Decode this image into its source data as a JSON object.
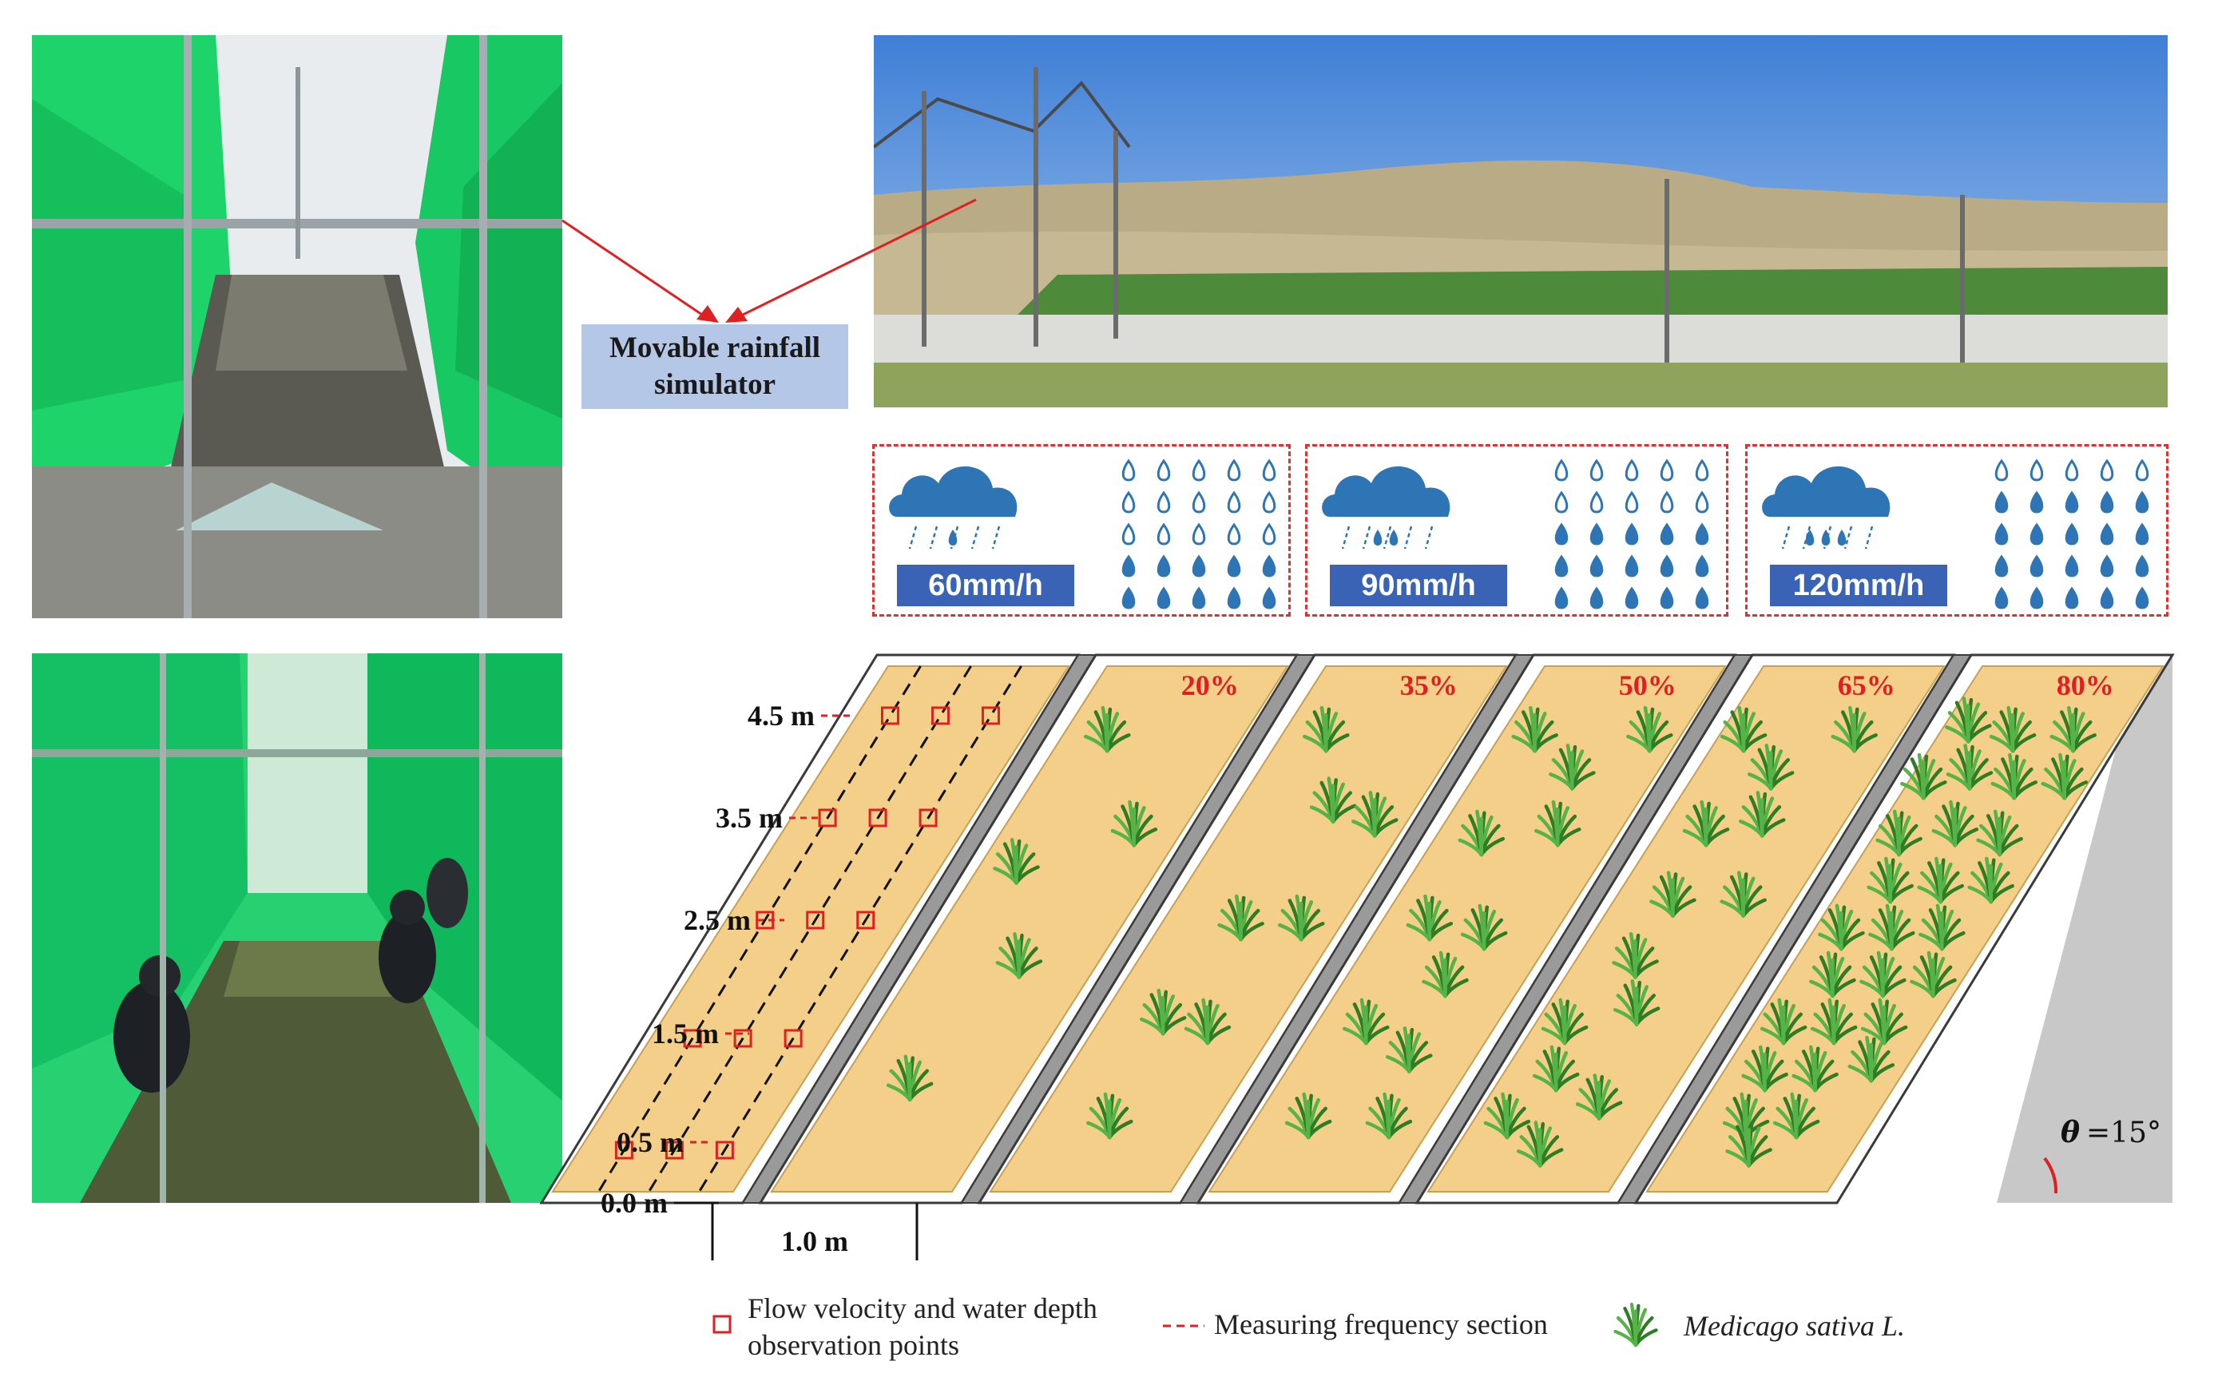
{
  "callout": {
    "line1": "Movable rainfall",
    "line2": "simulator"
  },
  "rainfall": [
    {
      "label": "60mm/h",
      "filled_rows": 2
    },
    {
      "label": "90mm/h",
      "filled_rows": 3
    },
    {
      "label": "120mm/h",
      "filled_rows": 4
    }
  ],
  "plots": {
    "coverages": [
      "20%",
      "35%",
      "50%",
      "65%",
      "80%"
    ],
    "heights": [
      "4.5 m",
      "3.5 m",
      "2.5 m",
      "1.5 m",
      "0.5 m"
    ],
    "origin": "0.0 m",
    "width": "1.0 m",
    "angle_symbol": "θ",
    "angle_value": "=15°"
  },
  "legend": {
    "observation_line1": "Flow velocity and water depth",
    "observation_line2": "observation points",
    "section": "Measuring frequency section",
    "species": "Medicago sativa L."
  },
  "colors": {
    "soil": "#f3cf8a",
    "plot_border": "#3a3a3a",
    "divider": "#9a9a9a",
    "accent_red": "#e02020",
    "rain_blue": "#2e75b6",
    "label_blue": "#3a63b6",
    "grass": "#3d9b2f"
  }
}
